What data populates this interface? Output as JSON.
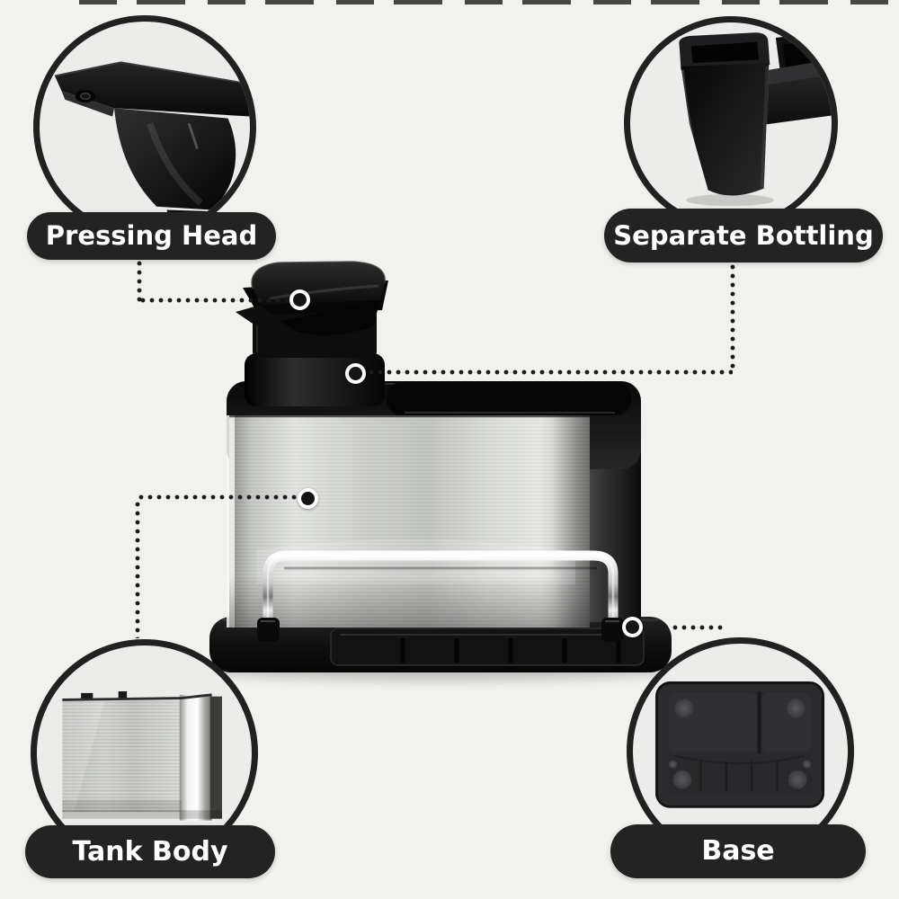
{
  "page": {
    "background_color": "#f1f2ee",
    "ink_color": "#232323",
    "label_text_color": "#ffffff",
    "connector_style": "dotted-black",
    "product_description": "stainless steel sink caddy with black press-pump soap dispenser, side bottle compartment, chrome front rail and black drain base"
  },
  "callouts": [
    {
      "id": "pressing-head",
      "label": "Pressing Head"
    },
    {
      "id": "separate-bottling",
      "label": "Separate Bottling"
    },
    {
      "id": "tank-body",
      "label": "Tank Body"
    },
    {
      "id": "base",
      "label": "Base"
    }
  ]
}
